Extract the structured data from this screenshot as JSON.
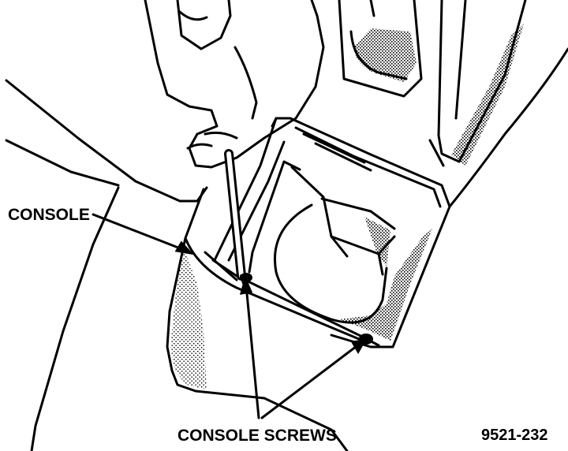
{
  "labels": {
    "console": "CONSOLE",
    "console_screws": "CONSOLE SCREWS",
    "figure_number": "9521-232"
  },
  "colors": {
    "ink": "#000000",
    "paper": "#ffffff"
  },
  "icons": {
    "hand": "hand-holding-screwdriver-icon",
    "tool": "screwdriver-icon",
    "screw": "screw-icon"
  }
}
